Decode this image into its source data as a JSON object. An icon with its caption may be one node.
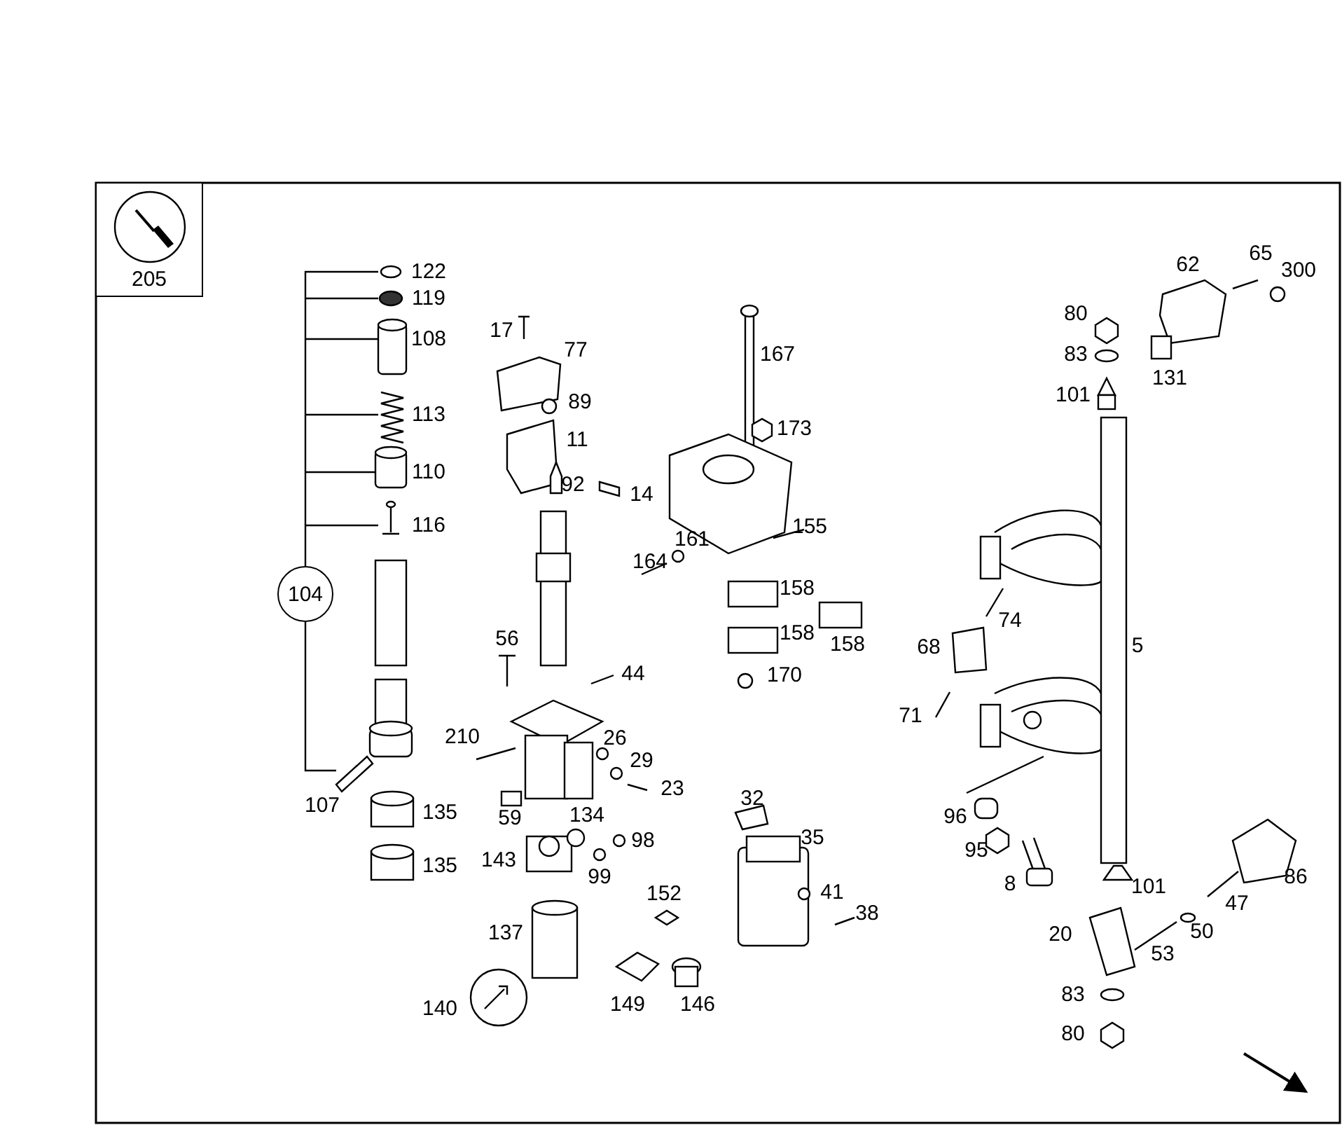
{
  "diagram": {
    "nodes": [
      {
        "text": [
          "205"
        ]
      },
      {
        "text": [
          "104"
        ]
      }
    ],
    "labels": [
      "65",
      "62",
      "122",
      "300",
      "119",
      "80",
      "17",
      "108",
      "77",
      "167",
      "83",
      "131",
      "101",
      "89",
      "113",
      "173",
      "11",
      "110",
      "92",
      "14",
      "116",
      "155",
      "161",
      "164",
      "158",
      "74",
      "158",
      "68",
      "5",
      "56",
      "158",
      "44",
      "170",
      "71",
      "210",
      "26",
      "29",
      "23",
      "107",
      "135",
      "59",
      "134",
      "32",
      "96",
      "98",
      "35",
      "143",
      "95",
      "135",
      "99",
      "41",
      "8",
      "101",
      "47",
      "86",
      "137",
      "152",
      "38",
      "20",
      "50",
      "53",
      "83",
      "140",
      "149",
      "146",
      "80"
    ]
  }
}
